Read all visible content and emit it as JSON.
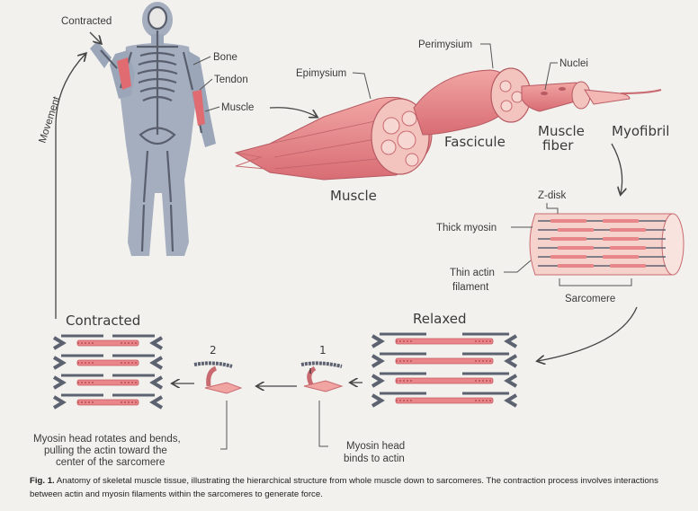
{
  "labels": {
    "contracted_top": "Contracted",
    "bone": "Bone",
    "tendon": "Tendon",
    "muscle_body": "Muscle",
    "movement": "Movement",
    "perimysium": "Perimysium",
    "epimysium": "Epimysium",
    "nuclei": "Nuclei",
    "fascicule": "Fascicule",
    "muscle_fiber_1": "Muscle",
    "muscle_fiber_2": "fiber",
    "myofibril": "Myofibril",
    "muscle_bundle": "Muscle",
    "z_disk": "Z-disk",
    "thick_myosin": "Thick myosin",
    "thin_actin_1": "Thin actin",
    "thin_actin_2": "filament",
    "sarcomere": "Sarcomere",
    "relaxed": "Relaxed",
    "contracted": "Contracted",
    "step_1": "1",
    "step_2": "2",
    "step1_desc_1": "Myosin head",
    "step1_desc_2": "binds to actin",
    "step2_desc_1": "Myosin head rotates and bends,",
    "step2_desc_2": "pulling the actin toward the",
    "step2_desc_3": "center of the sarcomere"
  },
  "caption": {
    "prefix": "Fig. 1.",
    "text": " Anatomy of skeletal muscle tissue, illustrating the hierarchical structure from whole muscle down to sarcomeres. The contraction process involves interactions between actin and myosin filaments within the sarcomeres to generate force."
  },
  "colors": {
    "muscle": "#e8868a",
    "muscle_dark": "#c85a62",
    "muscle_light": "#f4b8b4",
    "body": "#9ba6b8",
    "skeleton": "#5a5f6e",
    "actin": "#5c6270",
    "background": "#f2f1ee"
  }
}
